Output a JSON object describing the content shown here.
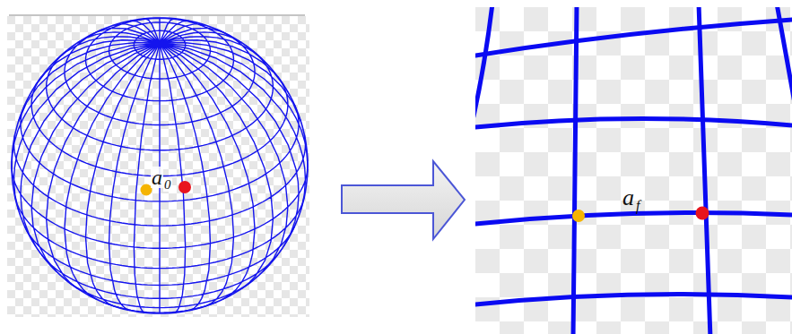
{
  "diagram": {
    "labels": [
      "a",
      "0",
      "a",
      "f"
    ]
  }
}
